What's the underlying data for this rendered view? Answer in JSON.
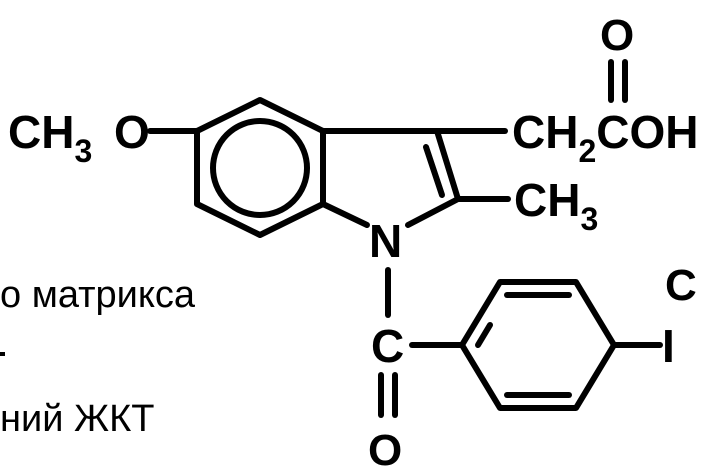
{
  "structure": {
    "methoxy_c": "CH",
    "methoxy_sub": "3",
    "methoxy_o": "O",
    "carbonyl_o_top": "O",
    "ch2cooh_c": "CH",
    "ch2cooh_sub": "2",
    "ch2cooh_tail": "COH",
    "methyl_c": "CH",
    "methyl_sub": "3",
    "nitrogen": "N",
    "benzoyl_c": "C",
    "benzoyl_o": "O",
    "chlorine_top": "C",
    "chlorine_bottom": "I"
  },
  "captions": {
    "line1": "о матрикса",
    "line2": "ний ЖКТ"
  }
}
